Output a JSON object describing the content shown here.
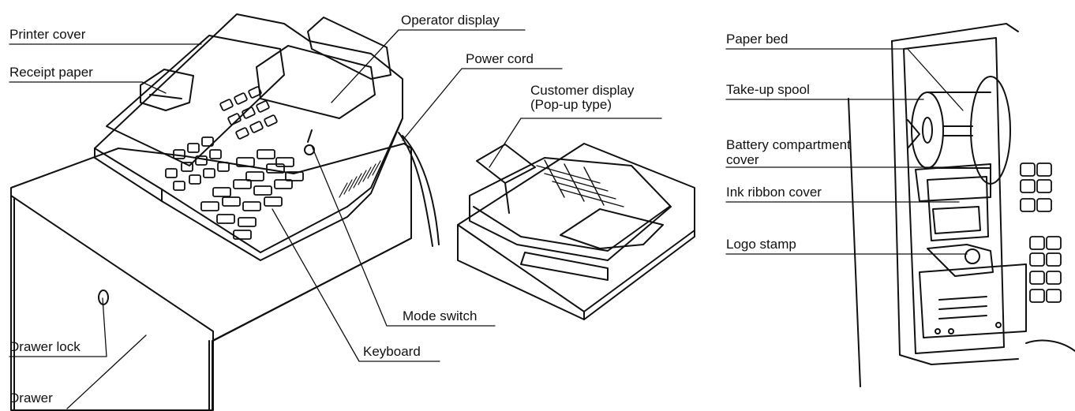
{
  "labels": {
    "printer_cover": "Printer cover",
    "receipt_paper": "Receipt paper",
    "operator_display": "Operator display",
    "power_cord": "Power cord",
    "customer_display": "Customer display\n(Pop-up type)",
    "mode_switch": "Mode switch",
    "keyboard": "Keyboard",
    "drawer_lock": "Drawer lock",
    "drawer": "Drawer",
    "paper_bed": "Paper bed",
    "take_up_spool": "Take-up spool",
    "battery_compartment_cover": "Battery compartment\ncover",
    "ink_ribbon_cover": "Ink ribbon cover",
    "logo_stamp": "Logo stamp"
  }
}
